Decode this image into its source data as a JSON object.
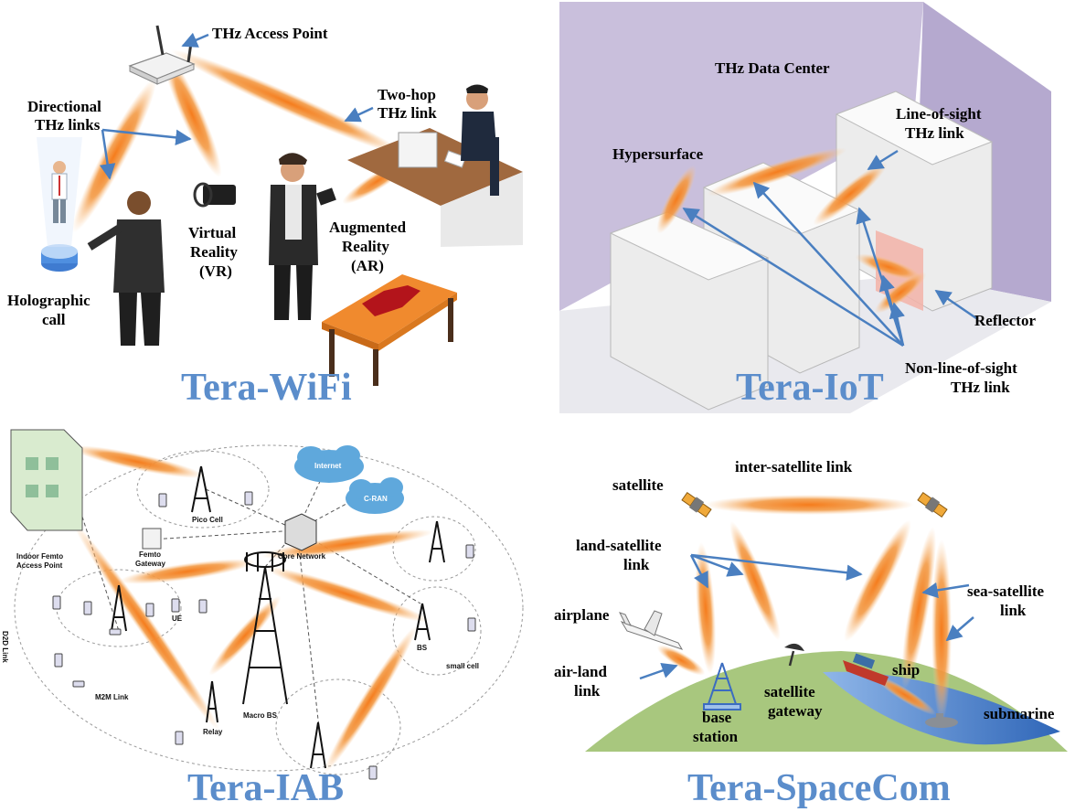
{
  "wifi": {
    "title": "Tera-WiFi",
    "labels": {
      "access_point": "THz Access Point",
      "directional_1": "Directional",
      "directional_2": "THz links",
      "two_hop_1": "Two-hop",
      "two_hop_2": "THz link",
      "vr_1": "Virtual",
      "vr_2": "Reality",
      "vr_3": "(VR)",
      "ar_1": "Augmented",
      "ar_2": "Reality",
      "ar_3": "(AR)",
      "holo_1": "Holographic",
      "holo_2": "call"
    }
  },
  "iot": {
    "title": "Tera-IoT",
    "labels": {
      "data_center": "THz Data Center",
      "los_1": "Line-of-sight",
      "los_2": "THz link",
      "hypersurface": "Hypersurface",
      "reflector": "Reflector",
      "nlos_1": "Non-line-of-sight",
      "nlos_2": "THz link"
    }
  },
  "iab": {
    "title": "Tera-IAB",
    "labels": {
      "internet": "Internet",
      "cran": "C-RAN",
      "pico": "Pico Cell",
      "core": "Core Network",
      "femto_ap_1": "Indoor Femto",
      "femto_ap_2": "Access Point",
      "femto_gw_1": "Femto",
      "femto_gw_2": "Gateway",
      "ue": "UE",
      "macro": "Macro BS",
      "bs": "BS",
      "small_cell": "small cell",
      "d2d": "D2D Link",
      "m2m": "M2M Link",
      "relay": "Relay"
    }
  },
  "space": {
    "title": "Tera-SpaceCom",
    "labels": {
      "satellite": "satellite",
      "inter_sat": "inter-satellite link",
      "land_sat_1": "land-satellite",
      "land_sat_2": "link",
      "sea_sat_1": "sea-satellite",
      "sea_sat_2": "link",
      "airplane": "airplane",
      "air_land_1": "air-land",
      "air_land_2": "link",
      "gateway_1": "satellite",
      "gateway_2": "gateway",
      "ship": "ship",
      "base_1": "base",
      "base_2": "station",
      "submarine": "submarine"
    }
  },
  "colors": {
    "title_blue": "#5b8dcb",
    "beam_orange": "#f08a2e",
    "arrow_blue": "#4a7fc0",
    "wall_purple": "#c9bfdc",
    "ground_green": "#a8c77e",
    "sea_blue": "#3d78c8"
  }
}
